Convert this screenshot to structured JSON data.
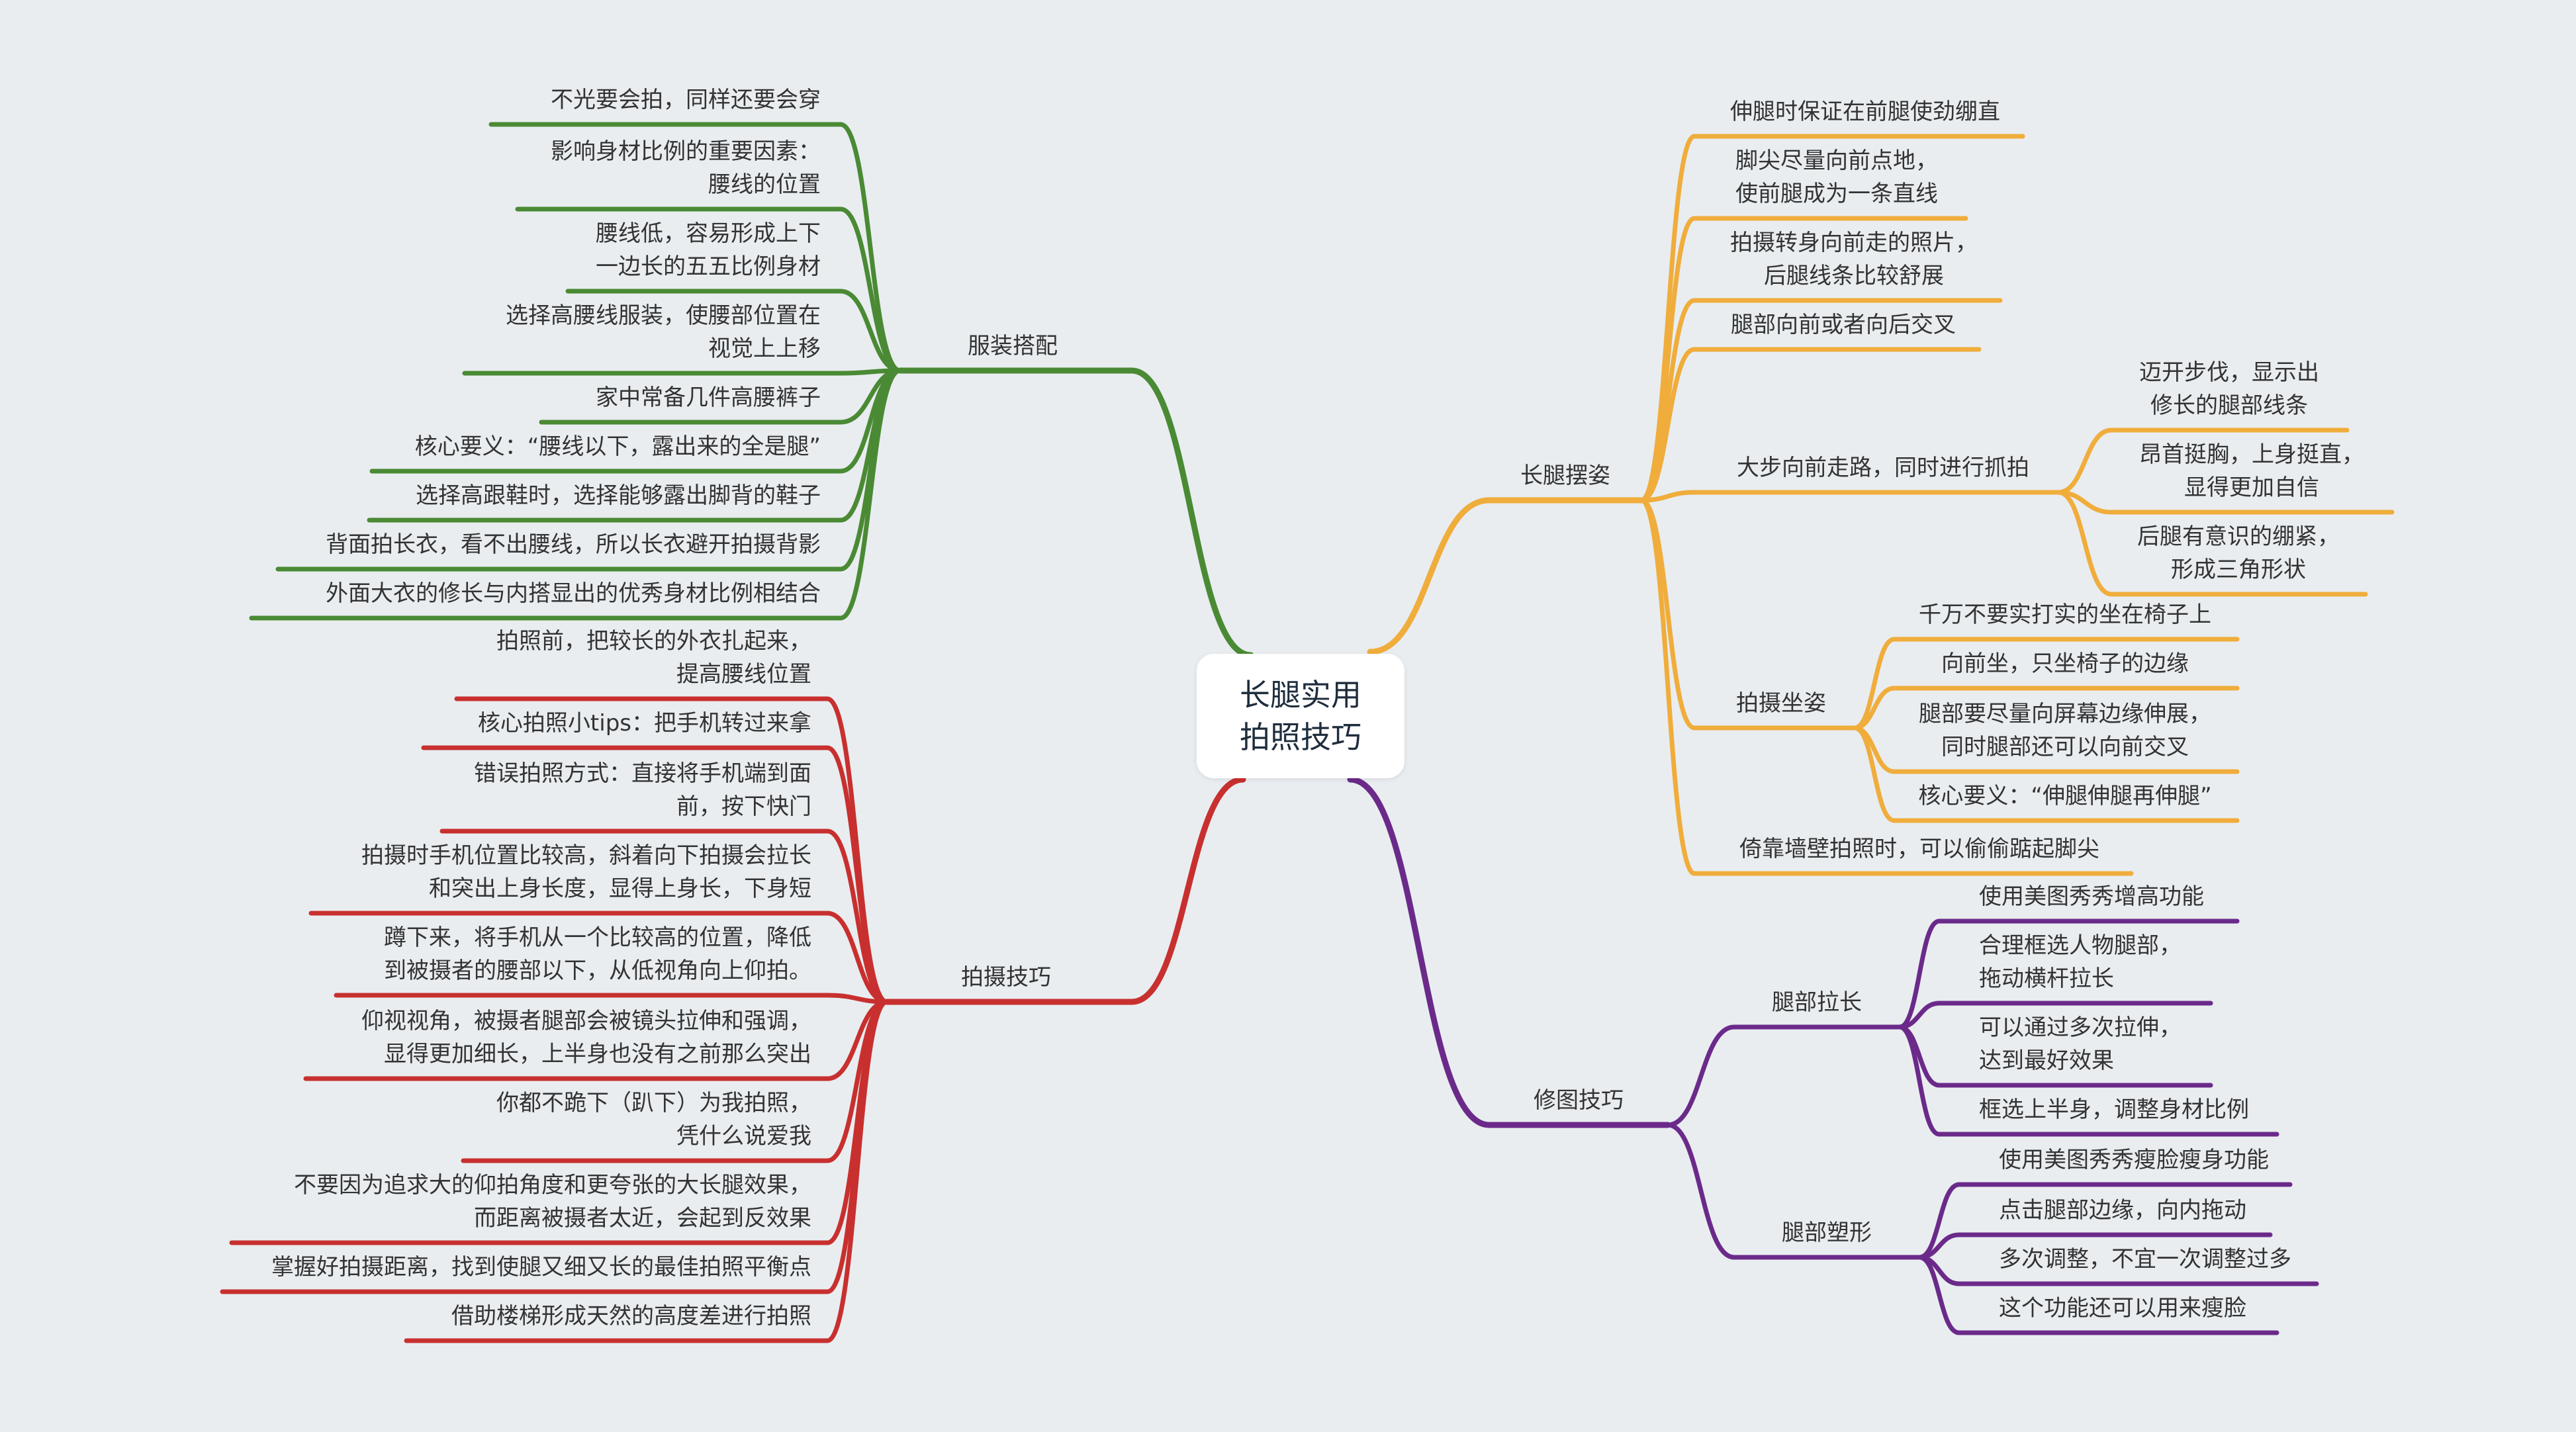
{
  "root": "长腿实用\n拍照技巧",
  "branches": [
    {
      "key": "clothing",
      "label": "服装搭配",
      "color": "#4a8a34",
      "items": [
        "不光要会拍，同样还要会穿",
        "影响身材比例的重要因素：\n腰线的位置",
        "腰线低，容易形成上下\n一边长的五五比例身材",
        "选择高腰线服装，使腰部位置在\n视觉上上移",
        "家中常备几件高腰裤子",
        "核心要义：“腰线以下，露出来的全是腿”",
        "选择高跟鞋时，选择能够露出脚背的鞋子",
        "背面拍长衣，看不出腰线，所以长衣避开拍摄背影",
        "外面大衣的修长与内搭显出的优秀身材比例相结合"
      ]
    },
    {
      "key": "shooting",
      "label": "拍摄技巧",
      "color": "#c8302f",
      "items": [
        "拍照前，把较长的外衣扎起来，\n提高腰线位置",
        "核心拍照小tips：把手机转过来拿",
        "错误拍照方式：直接将手机端到面\n前，按下快门",
        "拍摄时手机位置比较高，斜着向下拍摄会拉长\n和突出上身长度，显得上身长，下身短",
        "蹲下来，将手机从一个比较高的位置，降低\n到被摄者的腰部以下，从低视角向上仰拍。",
        "仰视视角，被摄者腿部会被镜头拉伸和强调，\n显得更加细长，上半身也没有之前那么突出",
        "你都不跪下（趴下）为我拍照，\n凭什么说爱我",
        "不要因为追求大的仰拍角度和更夸张的大长腿效果，\n而距离被摄者太近，会起到反效果",
        "掌握好拍摄距离，找到使腿又细又长的最佳拍照平衡点",
        "借助楼梯形成天然的高度差进行拍照"
      ]
    },
    {
      "key": "pose",
      "label": "长腿摆姿",
      "color": "#f0ad3c",
      "items": [
        {
          "text": "伸腿时保证在前腿使劲绷直"
        },
        {
          "text": "脚尖尽量向前点地，\n使前腿成为一条直线"
        },
        {
          "text": "拍摄转身向前走的照片，\n后腿线条比较舒展"
        },
        {
          "text": "腿部向前或者向后交叉"
        },
        {
          "text": "大步向前走路，同时进行抓拍",
          "children": [
            "迈开步伐，显示出\n修长的腿部线条",
            "昂首挺胸，上身挺直，\n显得更加自信",
            "后腿有意识的绷紧，\n形成三角形状"
          ]
        },
        {
          "text": "拍摄坐姿",
          "children": [
            "千万不要实打实的坐在椅子上",
            "向前坐，只坐椅子的边缘",
            "腿部要尽量向屏幕边缘伸展，\n同时腿部还可以向前交叉",
            "核心要义：“伸腿伸腿再伸腿”"
          ]
        },
        {
          "text": "倚靠墙壁拍照时，可以偷偷踮起脚尖"
        }
      ]
    },
    {
      "key": "retouch",
      "label": "修图技巧",
      "color": "#6b2a8a",
      "items": [
        {
          "text": "腿部拉长",
          "children": [
            "使用美图秀秀增高功能",
            "合理框选人物腿部，\n拖动横杆拉长",
            "可以通过多次拉伸，\n达到最好效果",
            "框选上半身，调整身材比例"
          ]
        },
        {
          "text": "腿部塑形",
          "children": [
            "使用美图秀秀瘦脸瘦身功能",
            "点击腿部边缘，向内拖动",
            "多次调整，不宜一次调整过多",
            "这个功能还可以用来瘦脸"
          ]
        }
      ]
    }
  ]
}
